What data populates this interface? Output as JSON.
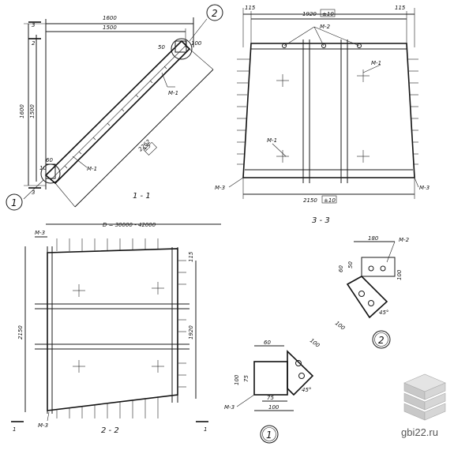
{
  "dimensions": {
    "d_1600": "1600",
    "d_1500": "1500",
    "d_1600v": "1600",
    "d_1500v": "1500",
    "d_60": "60",
    "d_10": "10",
    "d_50": "50",
    "d_100a": "100",
    "d_2262": "2262",
    "d_pm5": "±5",
    "d_span": "D = 30000 - 42000",
    "d_1920": "1920",
    "d_pm10a": "±10",
    "d_115a": "115",
    "d_115b": "115",
    "d_2150": "2150",
    "d_pm10b": "±10",
    "d_2150v": "2150",
    "d_1920v": "1920",
    "d_115c": "115",
    "d_180": "180",
    "d_60c": "60",
    "d_50c": "50",
    "d_100c": "100",
    "d_100d": "100",
    "d_45c": "45°",
    "d_60e": "60",
    "d_100e": "100",
    "d_100f": "100",
    "d_75a": "75",
    "d_75b": "75",
    "d_100g": "100",
    "d_45e": "45°"
  },
  "marks": {
    "m1a": "М-1",
    "m1b": "М-1",
    "m1c": "М-1",
    "m1d": "М-1",
    "m2a": "М-2",
    "m2b": "М-2",
    "m3a": "М-3",
    "m3b": "М-3",
    "m3c": "М-3",
    "m3d": "М-3",
    "m3e": "М-3"
  },
  "sections": {
    "sec_11": "1 - 1",
    "sec_33": "3 - 3",
    "sec_22": "2 - 2",
    "cut3": "3",
    "cut3b": "3",
    "cut2": "2",
    "cut1a": "1",
    "cut1b": "1"
  },
  "callouts": {
    "c1": "1",
    "c2": "2",
    "d1": "1",
    "d2": "2"
  },
  "watermark": "gbi22.ru"
}
